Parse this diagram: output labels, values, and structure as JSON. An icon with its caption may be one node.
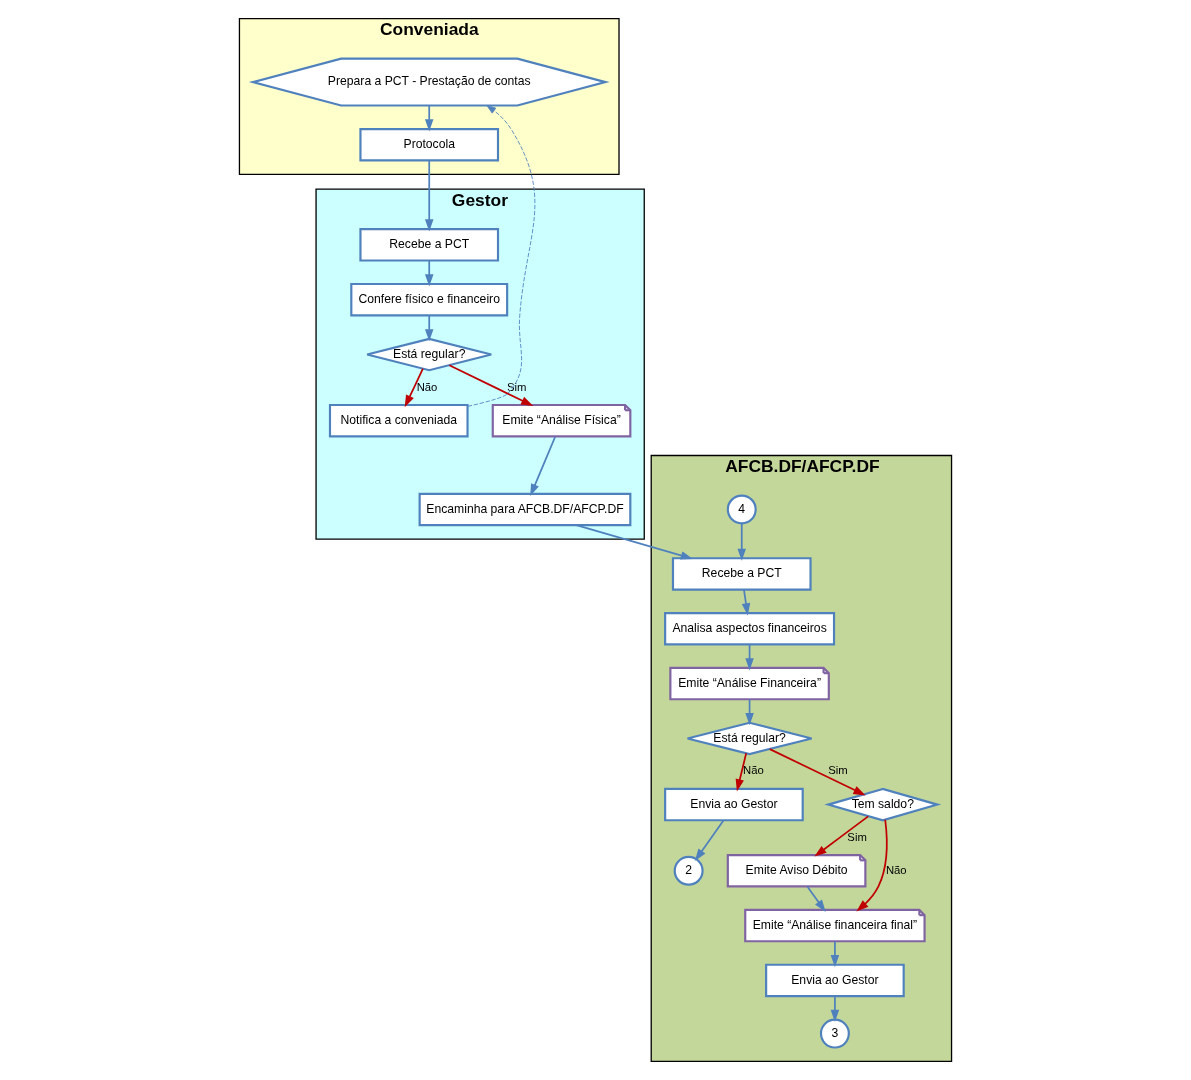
{
  "diagram": {
    "nodes": [
      {
        "text": [
          "Conveniada"
        ]
      },
      {
        "text": [
          "Gestor"
        ]
      },
      {
        "text": [
          "AFCB.DF/AFCP.DF"
        ]
      },
      {
        "text": [
          "Prepara a PCT - Prestação de contas"
        ],
        "in": 0
      },
      {
        "text": [
          "Protocola"
        ],
        "in": 0
      },
      {
        "text": [
          "Recebe a PCT"
        ],
        "in": 1
      },
      {
        "text": [
          "Confere físico e financeiro"
        ],
        "in": 1
      },
      {
        "text": [
          "Está regular?"
        ],
        "in": 1
      },
      {
        "text": [
          "Notifica a conveniada"
        ],
        "in": 1
      },
      {
        "text": [
          "Emite “Análise Física”"
        ],
        "in": 1
      },
      {
        "text": [
          "Encaminha para AFCB.DF/AFCP.DF"
        ],
        "in": 1
      },
      {
        "text": [
          "4"
        ],
        "in": 2
      },
      {
        "text": [
          "Recebe a PCT"
        ],
        "in": 2
      },
      {
        "text": [
          "Analisa aspectos financeiros"
        ],
        "in": 2
      },
      {
        "text": [
          "Emite “Análise Financeira”"
        ],
        "in": 2
      },
      {
        "text": [
          "Está regular?"
        ],
        "in": 2
      },
      {
        "text": [
          "Envia ao Gestor"
        ],
        "in": 2
      },
      {
        "text": [
          "Tem saldo?"
        ],
        "in": 2
      },
      {
        "text": [
          "2"
        ],
        "in": 2
      },
      {
        "text": [
          "Emite Aviso Débito"
        ],
        "in": 2
      },
      {
        "text": [
          "Emite “Análise financeira final”"
        ],
        "in": 2
      },
      {
        "text": [
          "Envia ao Gestor"
        ],
        "in": 2
      },
      {
        "text": [
          "3"
        ],
        "in": 2
      }
    ],
    "edges": [
      {
        "from": 3,
        "to": 4,
        "arrow": "to"
      },
      {
        "from": 4,
        "to": 5,
        "arrow": "to"
      },
      {
        "from": 5,
        "to": 6,
        "arrow": "to"
      },
      {
        "from": 6,
        "to": 7,
        "arrow": "to"
      },
      {
        "from": 7,
        "to": 8,
        "arrow": "to",
        "label": "Não",
        "color": "#c00000"
      },
      {
        "from": 7,
        "to": 9,
        "arrow": "to",
        "label": "Sim",
        "color": "#c00000"
      },
      {
        "from": 9,
        "to": 10,
        "arrow": "to"
      },
      {
        "from": 10,
        "to": 12,
        "arrow": "to"
      },
      {
        "from": 8,
        "to": 3,
        "arrow": "to",
        "style": "dashed"
      },
      {
        "from": 11,
        "to": 12,
        "arrow": "to"
      },
      {
        "from": 12,
        "to": 13,
        "arrow": "to"
      },
      {
        "from": 13,
        "to": 14,
        "arrow": "to"
      },
      {
        "from": 14,
        "to": 15,
        "arrow": "to"
      },
      {
        "from": 15,
        "to": 16,
        "arrow": "to",
        "label": "Não",
        "color": "#c00000"
      },
      {
        "from": 15,
        "to": 17,
        "arrow": "to",
        "label": "Sim",
        "color": "#c00000"
      },
      {
        "from": 16,
        "to": 18,
        "arrow": "to"
      },
      {
        "from": 17,
        "to": 19,
        "arrow": "to",
        "label": "Sim",
        "color": "#c00000"
      },
      {
        "from": 17,
        "to": 20,
        "arrow": "to",
        "label": "Não",
        "color": "#c00000"
      },
      {
        "from": 19,
        "to": 20,
        "arrow": "to"
      },
      {
        "from": 20,
        "to": 21,
        "arrow": "to"
      },
      {
        "from": 21,
        "to": 22,
        "arrow": "to"
      }
    ]
  }
}
